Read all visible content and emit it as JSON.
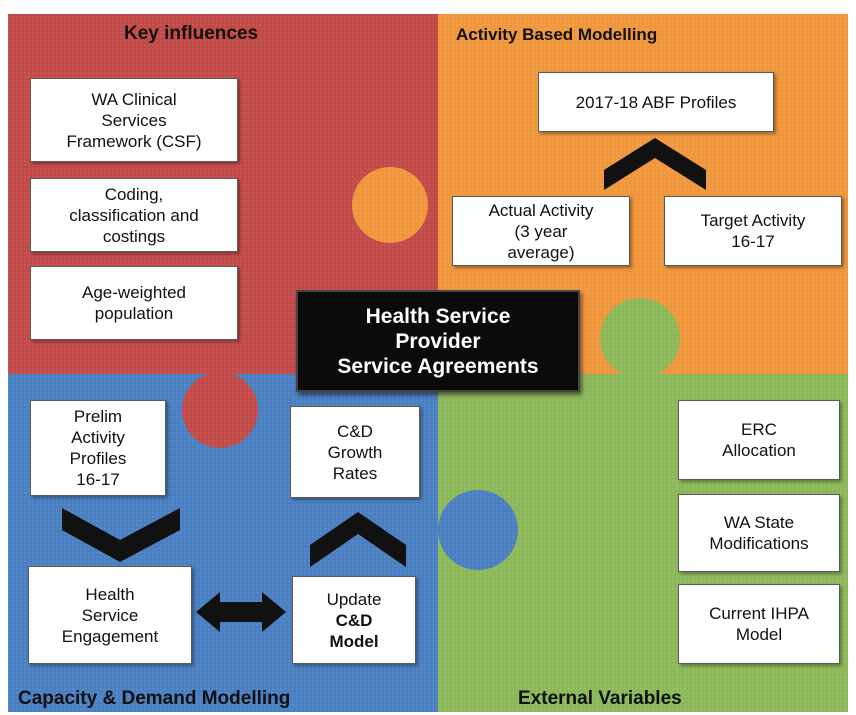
{
  "colors": {
    "red": "#c24a48",
    "orange": "#f0963c",
    "blue": "#4a7fc1",
    "green": "#8db85a",
    "center": "#0b0b0b"
  },
  "quadrants": {
    "key_influences": {
      "title": "Key influences",
      "boxes": [
        {
          "lines": [
            "WA Clinical",
            "Services",
            "Framework (CSF)"
          ]
        },
        {
          "lines": [
            "Coding,",
            "classification and",
            "costings"
          ]
        },
        {
          "lines": [
            "Age-weighted",
            "population"
          ]
        }
      ]
    },
    "activity_based": {
      "title": "Activity  Based Modelling",
      "profiles": "2017-18  ABF Profiles",
      "actual": [
        "Actual Activity",
        "(3 year",
        "average)"
      ],
      "target": [
        "Target  Activity",
        "16-17"
      ]
    },
    "capacity_demand": {
      "title": "Capacity & Demand Modelling",
      "prelim": [
        "Prelim",
        "Activity",
        "Profiles",
        "16-17"
      ],
      "growth": [
        "C&D",
        "Growth",
        "Rates"
      ],
      "engagement": [
        "Health",
        "Service",
        "Engagement"
      ],
      "update": [
        "Update",
        "C&D",
        "Model"
      ]
    },
    "external": {
      "title": "External Variables",
      "boxes": [
        {
          "lines": [
            "ERC",
            "Allocation"
          ]
        },
        {
          "lines": [
            "WA State",
            "Modifications"
          ]
        },
        {
          "lines": [
            "Current  IHPA",
            "Model"
          ]
        }
      ]
    }
  },
  "center": {
    "lines": [
      "Health Service",
      "Provider",
      "Service Agreements"
    ]
  }
}
